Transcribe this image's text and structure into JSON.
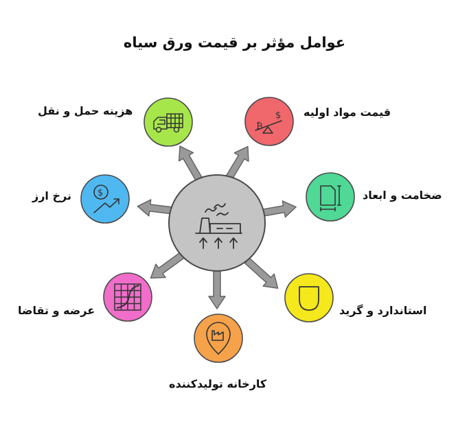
{
  "title": "عوامل مؤثر بر قیمت ورق سیاه",
  "center": {
    "icon": "factory-icon"
  },
  "factors": [
    {
      "label": "قیمت مواد اولیه",
      "icon": "price-scale-icon",
      "color": "#f0676c"
    },
    {
      "label": "ضخامت و ابعاد",
      "icon": "sheet-dimensions-icon",
      "color": "#4fd896"
    },
    {
      "label": "استاندارد و گرید",
      "icon": "badge-icon",
      "color": "#f5e81c"
    },
    {
      "label": "کارخانه تولیدکننده",
      "icon": "factory-location-icon",
      "color": "#f5a24a"
    },
    {
      "label": "عرضه و تقاضا",
      "icon": "grid-chart-icon",
      "color": "#f06ec9"
    },
    {
      "label": "نرخ ارز",
      "icon": "currency-exchange-icon",
      "color": "#4fb8f0"
    },
    {
      "label": "هزینه حمل و نقل",
      "icon": "truck-icon",
      "color": "#a6e64a"
    }
  ]
}
